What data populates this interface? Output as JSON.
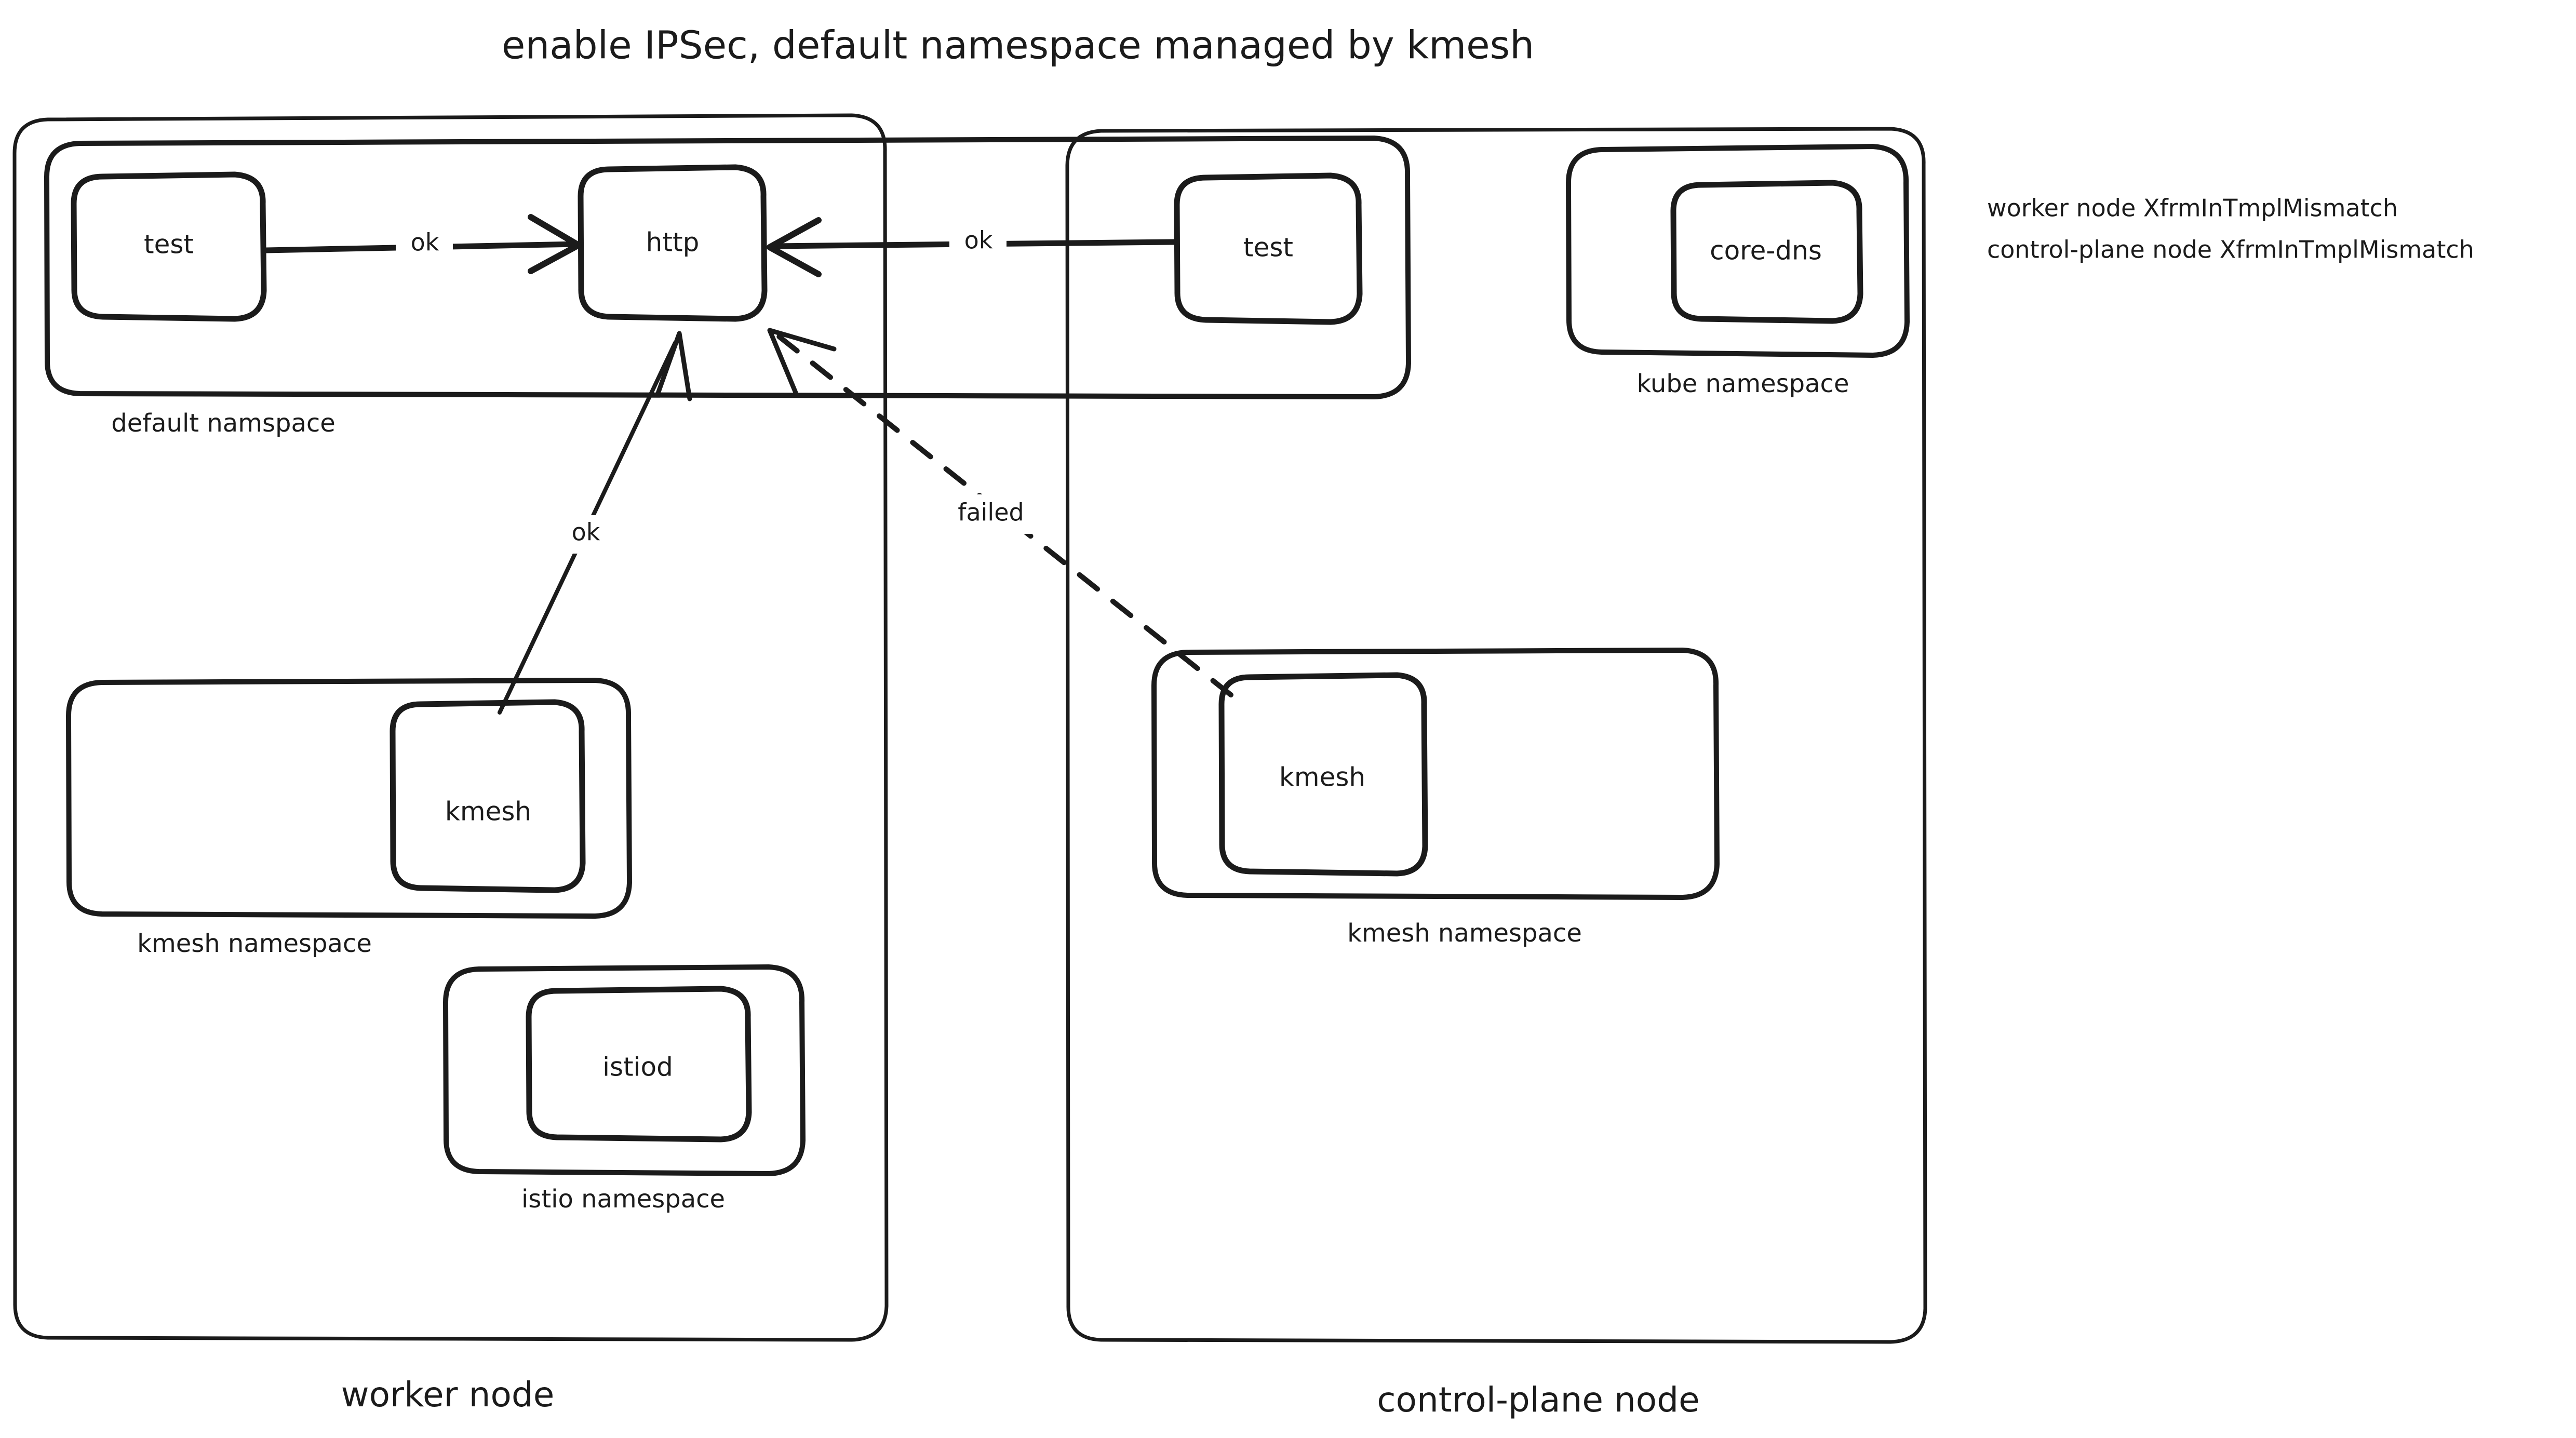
{
  "title": "enable IPSec, default namespace managed by kmesh",
  "notes": [
    "worker node XfrmInTmplMismatch",
    "control-plane node XfrmInTmplMismatch"
  ],
  "colors": {
    "ink": "#1b1b1b",
    "background": "#ffffff"
  },
  "nodes": [
    {
      "id": "worker",
      "label": "worker node"
    },
    {
      "id": "control-plane",
      "label": "control-plane node"
    }
  ],
  "namespaces": [
    {
      "id": "default",
      "label": "default namspace",
      "node": "worker"
    },
    {
      "id": "kube",
      "label": "kube namespace",
      "node": "control-plane"
    },
    {
      "id": "kmesh-worker",
      "label": "kmesh namespace",
      "node": "worker"
    },
    {
      "id": "istio",
      "label": "istio namespace",
      "node": "worker"
    },
    {
      "id": "kmesh-control",
      "label": "kmesh namespace",
      "node": "control-plane"
    }
  ],
  "pods": [
    {
      "id": "test-worker",
      "label": "test",
      "namespace": "default"
    },
    {
      "id": "http",
      "label": "http",
      "namespace": "default"
    },
    {
      "id": "test-control",
      "label": "test",
      "namespace": "default"
    },
    {
      "id": "core-dns",
      "label": "core-dns",
      "namespace": "kube"
    },
    {
      "id": "kmesh-worker-pod",
      "label": "kmesh",
      "namespace": "kmesh-worker"
    },
    {
      "id": "istiod",
      "label": "istiod",
      "namespace": "istio"
    },
    {
      "id": "kmesh-control-pod",
      "label": "kmesh",
      "namespace": "kmesh-control"
    }
  ],
  "edges": [
    {
      "id": "test-worker-to-http",
      "from": "test-worker",
      "to": "http",
      "label": "ok",
      "style": "solid"
    },
    {
      "id": "test-control-to-http",
      "from": "test-control",
      "to": "http",
      "label": "ok",
      "style": "solid"
    },
    {
      "id": "kmesh-worker-to-http",
      "from": "kmesh-worker-pod",
      "to": "http",
      "label": "ok",
      "style": "solid"
    },
    {
      "id": "kmesh-control-to-http",
      "from": "kmesh-control-pod",
      "to": "http",
      "label": "failed",
      "style": "dashed"
    }
  ]
}
